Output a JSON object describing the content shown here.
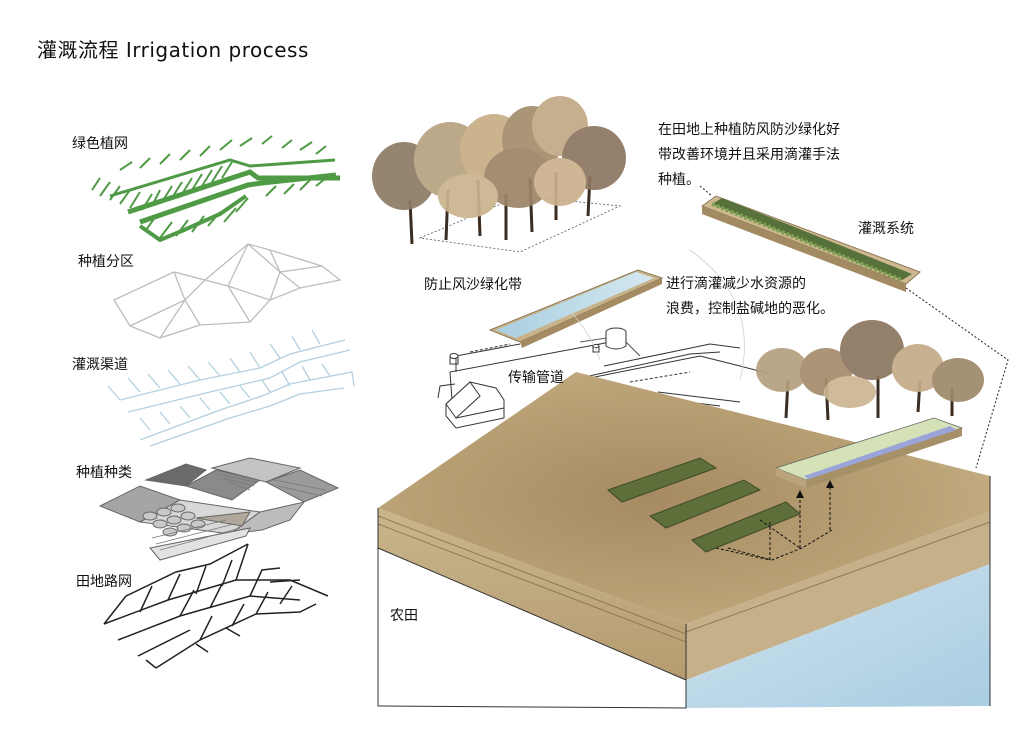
{
  "title": "灌溉流程   Irrigation process",
  "layers": [
    {
      "label": "绿色植网"
    },
    {
      "label": "种植分区"
    },
    {
      "label": "灌溉渠道"
    },
    {
      "label": "种植种类"
    },
    {
      "label": "田地路网"
    }
  ],
  "labels": {
    "windbreak": "防止风沙绿化带",
    "irrigation_system": "灌溉系统",
    "pipeline": "传输管道",
    "farmland": "农田"
  },
  "notes": {
    "top_lines": [
      "在田地上种植防风防沙绿化好",
      "带改善环境并且采用滴灌手法",
      "种植。"
    ],
    "mid_lines": [
      "进行滴灌减少水资源的",
      "浪费，控制盐碱地的恶化。"
    ]
  },
  "colors": {
    "green_net": "#4f9a45",
    "zones": "#b8b8b8",
    "channels": "#b3cfe0",
    "soil": "#b79f76",
    "water": "#bcd8e8"
  }
}
